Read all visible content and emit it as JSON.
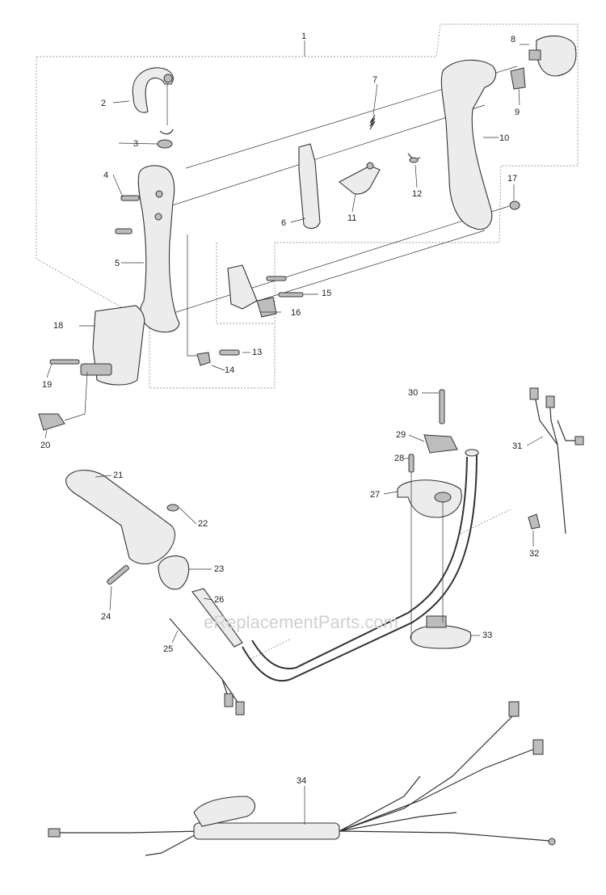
{
  "diagram": {
    "watermark": "eReplacementParts.com",
    "callouts": [
      "1",
      "2",
      "3",
      "4",
      "5",
      "6",
      "7",
      "8",
      "9",
      "10",
      "11",
      "12",
      "13",
      "14",
      "15",
      "16",
      "17",
      "18",
      "19",
      "20",
      "21",
      "22",
      "23",
      "24",
      "25",
      "26",
      "27",
      "28",
      "29",
      "30",
      "31",
      "32",
      "33",
      "34"
    ]
  }
}
